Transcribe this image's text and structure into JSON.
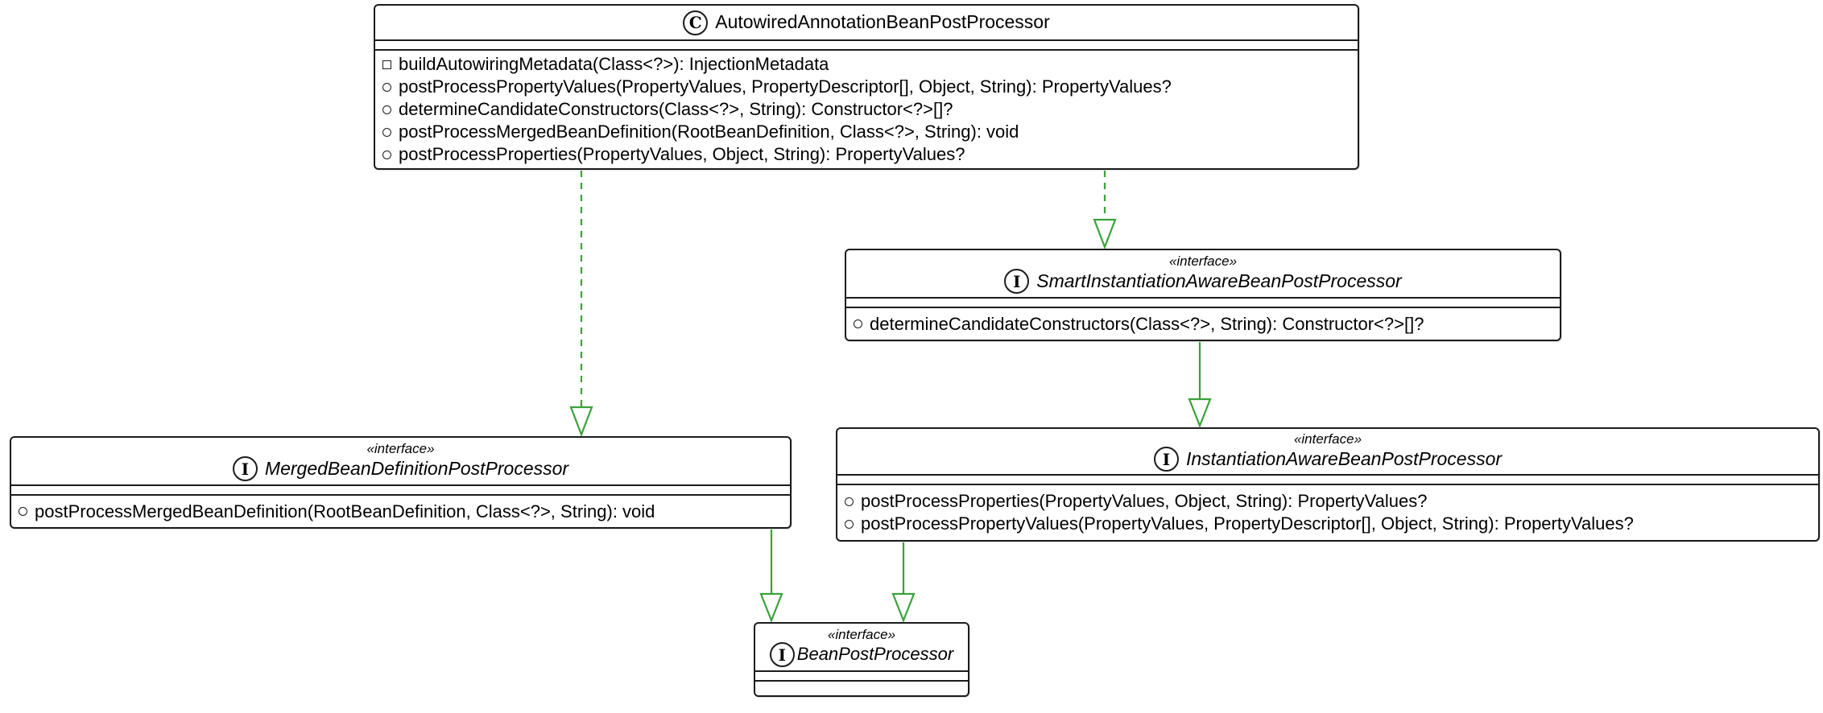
{
  "diagram": {
    "kind": "uml-class-diagram",
    "colors": {
      "arrow_green": "#3aa23a",
      "border": "#1c1c1c",
      "text": "#000000",
      "background": "#ffffff"
    },
    "nodes": [
      {
        "id": "autowired",
        "kind": "class",
        "icon_letter": "C",
        "stereotype": null,
        "name": "AutowiredAnnotationBeanPostProcessor",
        "members": [
          {
            "visibility": "private",
            "bullet": "square",
            "text": "buildAutowiringMetadata(Class<?>): InjectionMetadata"
          },
          {
            "visibility": "public",
            "bullet": "circle",
            "text": "postProcessPropertyValues(PropertyValues, PropertyDescriptor[], Object, String): PropertyValues?"
          },
          {
            "visibility": "public",
            "bullet": "circle",
            "text": "determineCandidateConstructors(Class<?>, String): Constructor<?>[]?"
          },
          {
            "visibility": "public",
            "bullet": "circle",
            "text": "postProcessMergedBeanDefinition(RootBeanDefinition, Class<?>, String): void"
          },
          {
            "visibility": "public",
            "bullet": "circle",
            "text": "postProcessProperties(PropertyValues, Object, String): PropertyValues?"
          }
        ]
      },
      {
        "id": "smart",
        "kind": "interface",
        "icon_letter": "I",
        "stereotype": "«interface»",
        "name": "SmartInstantiationAwareBeanPostProcessor",
        "members": [
          {
            "visibility": "public",
            "bullet": "circle",
            "text": "determineCandidateConstructors(Class<?>, String): Constructor<?>[]?"
          }
        ]
      },
      {
        "id": "merged",
        "kind": "interface",
        "icon_letter": "I",
        "stereotype": "«interface»",
        "name": "MergedBeanDefinitionPostProcessor",
        "members": [
          {
            "visibility": "public",
            "bullet": "circle",
            "text": "postProcessMergedBeanDefinition(RootBeanDefinition, Class<?>, String): void"
          }
        ]
      },
      {
        "id": "instantiation",
        "kind": "interface",
        "icon_letter": "I",
        "stereotype": "«interface»",
        "name": "InstantiationAwareBeanPostProcessor",
        "members": [
          {
            "visibility": "public",
            "bullet": "circle",
            "text": "postProcessProperties(PropertyValues, Object, String): PropertyValues?"
          },
          {
            "visibility": "public",
            "bullet": "circle",
            "text": "postProcessPropertyValues(PropertyValues, PropertyDescriptor[], Object, String): PropertyValues?"
          }
        ]
      },
      {
        "id": "beanpost",
        "kind": "interface",
        "icon_letter": "I",
        "stereotype": "«interface»",
        "name": "BeanPostProcessor",
        "members": []
      }
    ],
    "edges": [
      {
        "from": "autowired",
        "to": "merged",
        "relation": "realization",
        "line": "dashed"
      },
      {
        "from": "autowired",
        "to": "smart",
        "relation": "realization",
        "line": "dashed"
      },
      {
        "from": "smart",
        "to": "instantiation",
        "relation": "generalization",
        "line": "solid"
      },
      {
        "from": "merged",
        "to": "beanpost",
        "relation": "generalization",
        "line": "solid"
      },
      {
        "from": "instantiation",
        "to": "beanpost",
        "relation": "generalization",
        "line": "solid"
      }
    ]
  }
}
